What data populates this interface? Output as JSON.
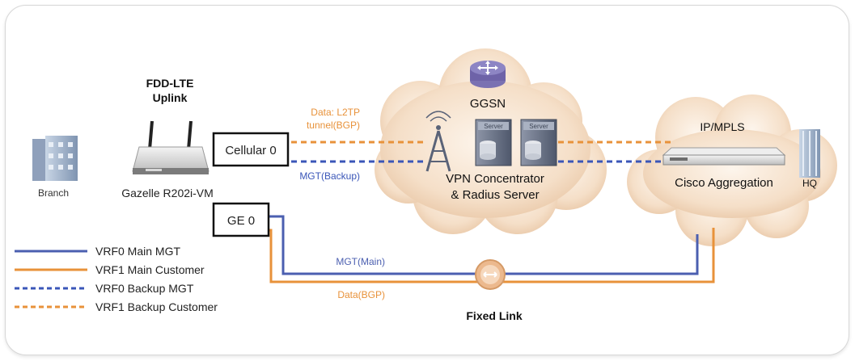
{
  "labels": {
    "uplink_line1": "FDD-LTE",
    "uplink_line2": "Uplink",
    "branch": "Branch",
    "router": "Gazelle R202i-VM",
    "cellular_port": "Cellular 0",
    "ge_port": "GE 0",
    "data_l2tp_line1": "Data: L2TP",
    "data_l2tp_line2": "tunnel(BGP)",
    "mgt_backup": "MGT(Backup)",
    "ggsn": "GGSN",
    "server_tag": "Server",
    "vpn_line1": "VPN Concentrator",
    "vpn_line2": "& Radius Server",
    "ipmpls": "IP/MPLS",
    "cisco": "Cisco Aggregation",
    "hq": "HQ",
    "mgt_main": "MGT(Main)",
    "data_bgp": "Data(BGP)",
    "fixed_link": "Fixed Link"
  },
  "legend": [
    {
      "label": "VRF0 Main MGT",
      "color": "#4b5fb0",
      "style": "solid"
    },
    {
      "label": "VRF1 Main Customer",
      "color": "#e8923a",
      "style": "solid"
    },
    {
      "label": "VRF0 Backup MGT",
      "color": "#3a56b8",
      "style": "dashed"
    },
    {
      "label": "VRF1 Backup Customer",
      "color": "#e8923a",
      "style": "dashed"
    }
  ],
  "colors": {
    "main_mgt": "#4b5fb0",
    "main_customer": "#e8923a",
    "backup_mgt": "#3a56b8",
    "backup_customer": "#e8923a",
    "cloud": "#f3dcc4",
    "ggsn_router": "#6e63a8",
    "fixed_link_node": "#ecb98e"
  }
}
